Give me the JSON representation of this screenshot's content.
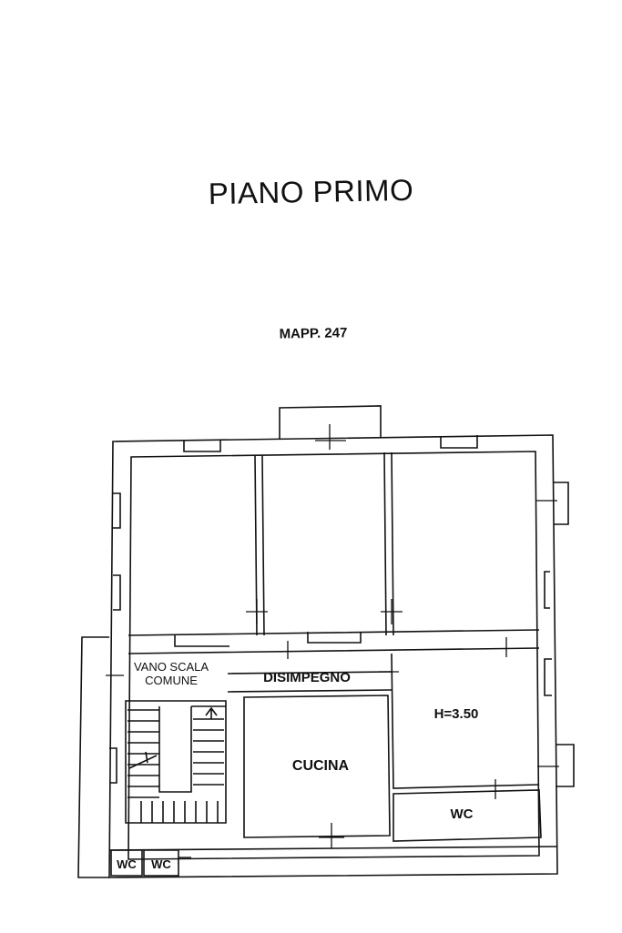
{
  "title": "PIANO PRIMO",
  "subtitle": "MAPP. 247",
  "rooms": {
    "stair_line1": "VANO SCALA",
    "stair_line2": "COMUNE",
    "hall": "DISIMPEGNO",
    "kitchen": "CUCINA",
    "height": "H=3.50",
    "wc_main": "WC",
    "wc_small_1": "WC",
    "wc_small_2": "WC"
  },
  "colors": {
    "ink": "#111111",
    "paper": "#ffffff"
  }
}
